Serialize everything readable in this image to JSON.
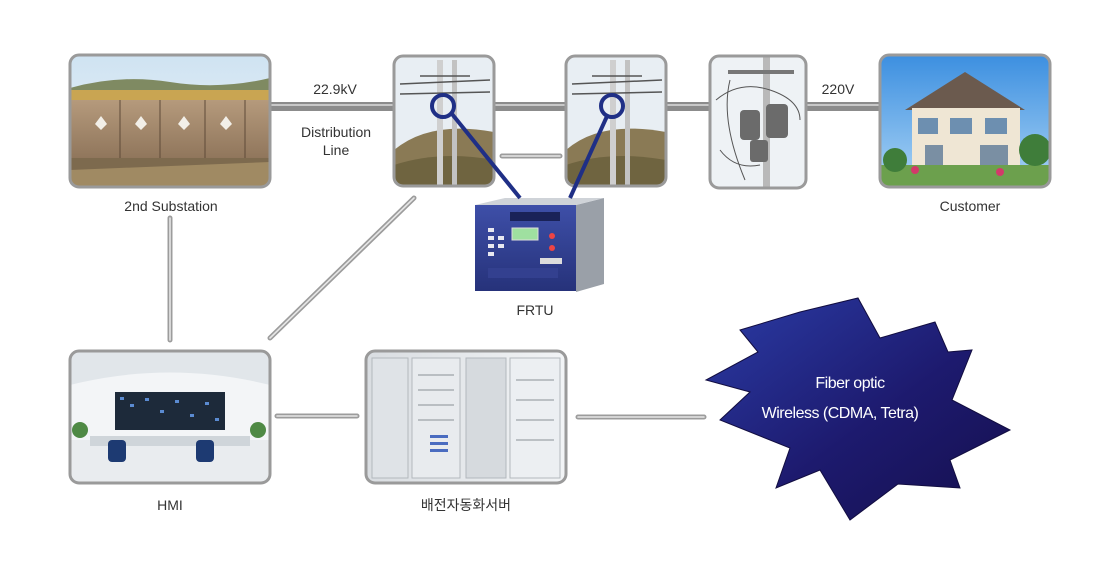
{
  "nodes": {
    "substation": {
      "label": "2nd Substation"
    },
    "hmi": {
      "label": "HMI"
    },
    "server": {
      "label": "배전자동화서버"
    },
    "frtu": {
      "label": "FRTU"
    },
    "customer": {
      "label": "Customer"
    }
  },
  "lines": {
    "distribution_voltage": "22.9kV",
    "distribution_line_1": "Distribution",
    "distribution_line_2": "Line",
    "customer_voltage": "220V"
  },
  "network": {
    "line_1": "Fiber optic",
    "line_2": "Wireless (CDMA, Tetra)"
  },
  "colors": {
    "frame_border": "#9a9a9a",
    "power_line": "#8e8e8e",
    "link_line": "#a8a8a8",
    "frtu_link": "#1f2f86",
    "burst_dark": "#1a1460",
    "burst_light": "#2a3aa0"
  }
}
